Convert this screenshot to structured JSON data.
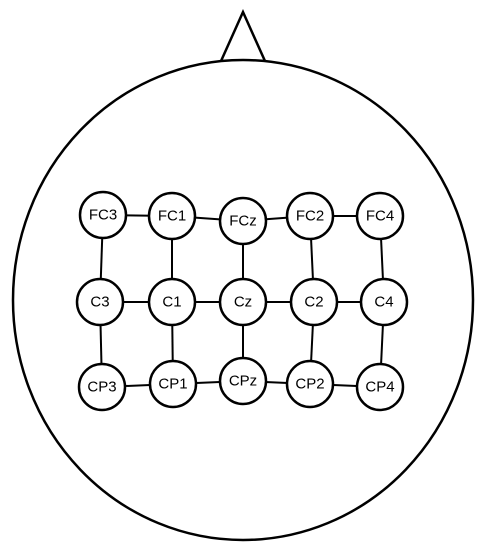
{
  "figure": {
    "rows": [
      [
        "FC3",
        "FC1",
        "FCz",
        "FC2",
        "FC4"
      ],
      [
        "C3",
        "C1",
        "Cz",
        "C2",
        "C4"
      ],
      [
        "CP3",
        "CP1",
        "CPz",
        "CP2",
        "CP4"
      ]
    ]
  },
  "colors": {
    "stroke": "#000000",
    "fill": "#ffffff"
  }
}
